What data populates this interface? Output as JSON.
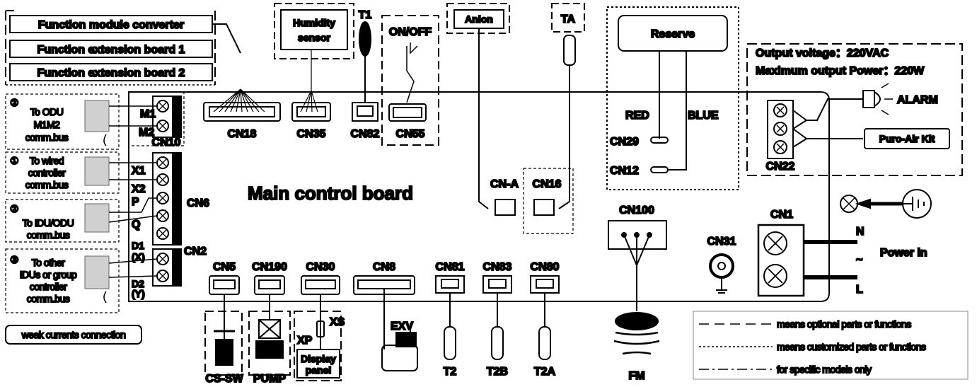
{
  "diagram": {
    "title": "Main control board",
    "function_boxes": [
      "Function module converter",
      "Function extension board 1",
      "Function extension board 2"
    ],
    "humidity": "Humidity sensor",
    "humidity_line1": "Humidity",
    "humidity_line2": "sensor",
    "t1": "T1",
    "onoff": "ON/OFF",
    "anion": "Anion",
    "ta": "TA",
    "reserve": "Reserve",
    "red": "RED",
    "blue": "BLUE",
    "output_voltage": "Output voltage：220VAC",
    "max_power": "Maximum output Power：220W",
    "alarm": "ALARM",
    "puro_air": "Puro-Air Kit",
    "power_in": "Power in",
    "n": "N",
    "tilde": "~",
    "l": "L",
    "weak_currents": "weak currents connection",
    "ports": {
      "cn18": "CN18",
      "cn35": "CN35",
      "cn82": "CN82",
      "cn55": "CN55",
      "cn10": "CN10",
      "cn6": "CN6",
      "cn2": "CN2",
      "cna": "CN-A",
      "cn16": "CN16",
      "cn29": "CN29",
      "cn12": "CN12",
      "cn22": "CN22",
      "cn100": "CN100",
      "cn1": "CN1",
      "cn31": "CN31",
      "cn5": "CN5",
      "cn190": "CN190",
      "cn30": "CN30",
      "cn8": "CN8",
      "cn81": "CN81",
      "cn83": "CN83",
      "cn80": "CN80"
    },
    "terminals": {
      "m1": "M1",
      "m2": "M2",
      "x1": "X1",
      "x2": "X2",
      "p": "P",
      "q": "Q",
      "d1": "D1",
      "d1x": "(X)",
      "d2": "D2",
      "d2y": "(Y)"
    },
    "left_groups": [
      {
        "num": "②",
        "lines": [
          "To ODU",
          "M1M2",
          "comm.bus"
        ]
      },
      {
        "num": "①",
        "lines": [
          "To wired",
          "controller",
          "comm.bus"
        ]
      },
      {
        "num": "②",
        "lines": [
          "To IDU/ODU",
          "comm.bus"
        ]
      },
      {
        "num": "③",
        "lines": [
          "To other",
          "IDUs or group",
          "controller",
          "comm.bus"
        ]
      }
    ],
    "bottom_parts": {
      "cssw": "CS-SW",
      "pump": "PUMP",
      "xp": "XP",
      "xs": "XS",
      "display1": "Display",
      "display2": "panel",
      "exv": "EXV",
      "t2": "T2",
      "t2b": "T2B",
      "t2a": "T2A",
      "fm": "FM"
    },
    "legend": [
      "means optional parts or functions",
      "means customized parts or functions",
      "for specific models only"
    ]
  }
}
